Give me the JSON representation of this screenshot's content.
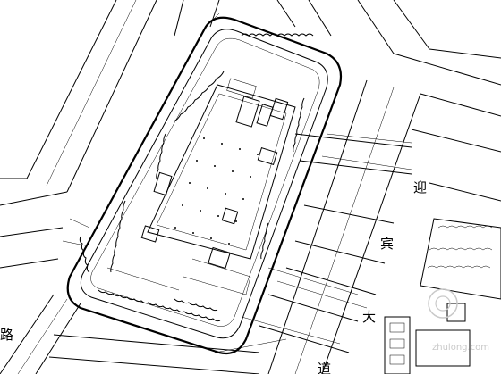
{
  "roads": {
    "label_1": "迎",
    "label_2": "宾",
    "label_3": "大",
    "label_4": "道",
    "label_5": "路"
  },
  "watermark": {
    "text": "zhulong.com"
  },
  "colors": {
    "line": "#000000",
    "background": "#ffffff",
    "watermark": "#c9c9c9"
  }
}
